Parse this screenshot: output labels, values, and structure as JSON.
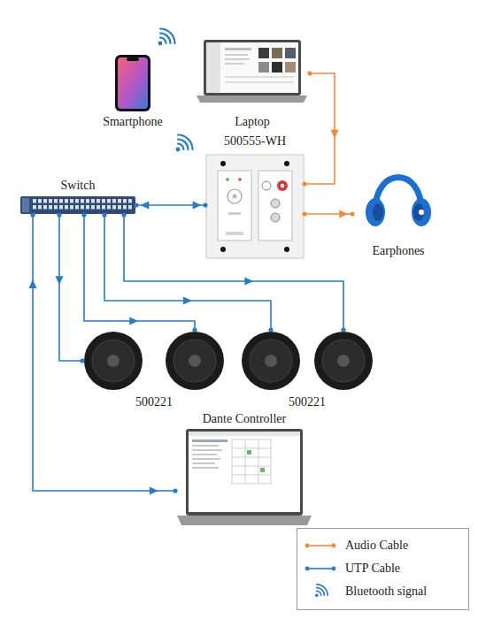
{
  "diagram": {
    "nodes": [
      {
        "text": [
          "Smartphone"
        ]
      },
      {
        "text": [
          "Laptop"
        ]
      },
      {
        "text": [
          "500555-WH"
        ]
      },
      {
        "text": [
          "Switch"
        ]
      },
      {
        "text": [
          "Earphones"
        ]
      },
      {
        "text": [
          "500221"
        ]
      },
      {
        "text": [
          "500221"
        ]
      },
      {
        "text": [
          "Dante Controller"
        ]
      }
    ],
    "edges": [
      {
        "from": 1,
        "to": 2,
        "arrow": "to"
      },
      {
        "from": 3,
        "to": 2,
        "arrow": "both"
      },
      {
        "from": 2,
        "to": 4,
        "arrow": "to"
      },
      {
        "from": 3,
        "to": 5,
        "arrow": "to"
      },
      {
        "from": 3,
        "to": 5,
        "arrow": "to"
      },
      {
        "from": 3,
        "to": 6,
        "arrow": "to"
      },
      {
        "from": 3,
        "to": 6,
        "arrow": "to"
      },
      {
        "from": 3,
        "to": 7,
        "arrow": "both"
      }
    ],
    "legend": [
      {
        "text": "Audio Cable"
      },
      {
        "text": "UTP Cable"
      },
      {
        "text": "Bluetooth signal"
      }
    ]
  }
}
